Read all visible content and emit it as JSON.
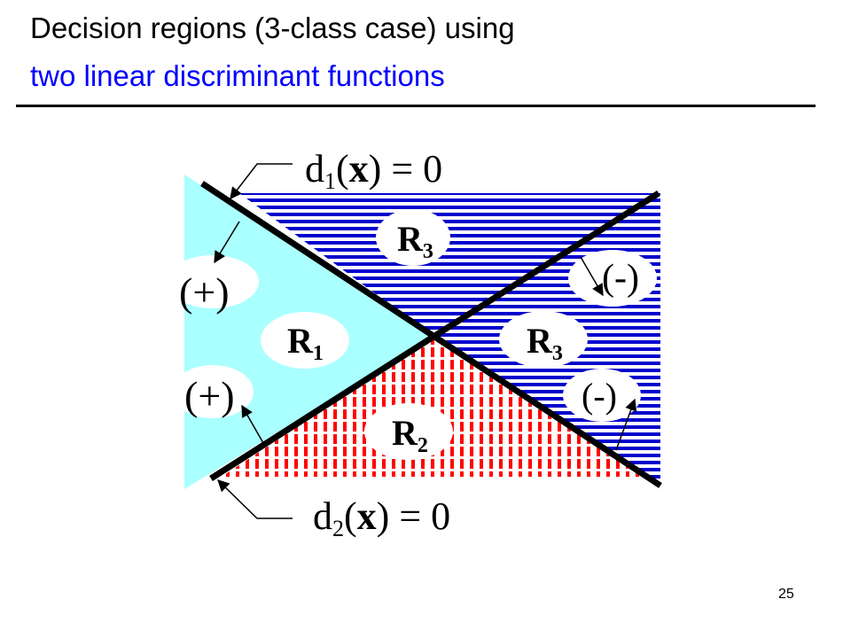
{
  "slide": {
    "title_line_1": "Decision regions (3-class case) using",
    "title_line_2": "two linear discriminant functions",
    "page_number": "25"
  },
  "colors": {
    "title_primary": "#000000",
    "title_accent": "#0000ff",
    "region_r1": "#aaffff",
    "region_r2_stripes": "#ff0000",
    "region_r3_stripes": "#0000cc"
  },
  "diagram": {
    "boundary_1": {
      "function": "d",
      "subscript": "1",
      "argument": "x",
      "equals": "= 0"
    },
    "boundary_2": {
      "function": "d",
      "subscript": "2",
      "argument": "x",
      "equals": "= 0"
    },
    "regions": {
      "r1": {
        "letter": "R",
        "subscript": "1"
      },
      "r2": {
        "letter": "R",
        "subscript": "2"
      },
      "r3_top": {
        "letter": "R",
        "subscript": "3"
      },
      "r3_right": {
        "letter": "R",
        "subscript": "3"
      }
    },
    "signs": {
      "d1_positive": "(+)",
      "d2_positive": "(+)",
      "d2_negative": "(-)",
      "d1_negative": "(-)"
    }
  }
}
